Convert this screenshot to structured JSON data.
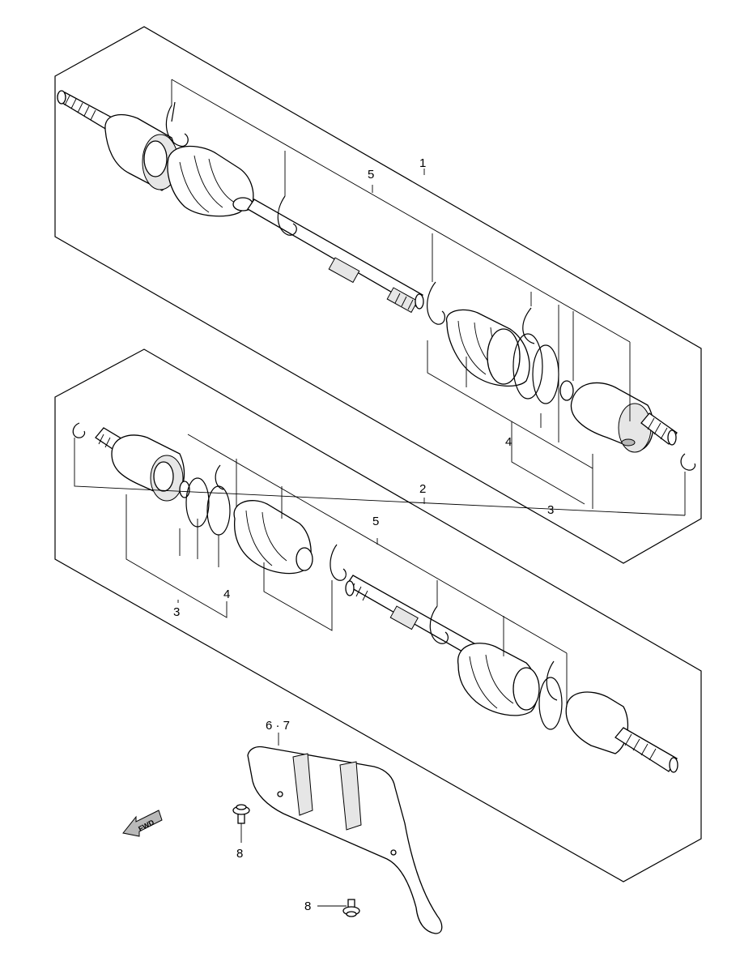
{
  "callouts": {
    "upper_assembly": "1",
    "lower_assembly": "2",
    "joint_set": "3",
    "boot_set": "4",
    "shaft": "5",
    "cover": "6 · 7",
    "bolt": "8"
  },
  "direction_label": "FWD"
}
